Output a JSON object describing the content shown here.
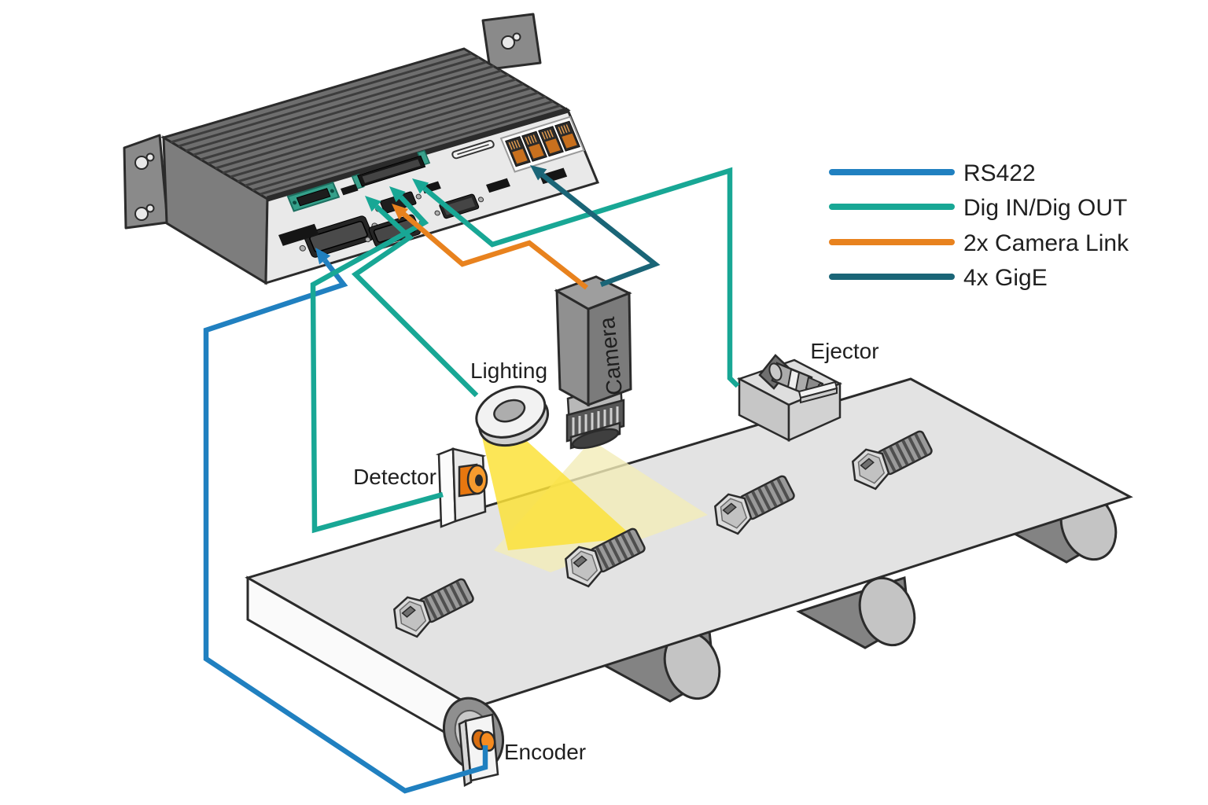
{
  "background": "#ffffff",
  "legend": {
    "items": [
      {
        "label": "RS422",
        "color": "#2080c0"
      },
      {
        "label": "Dig IN/Dig OUT",
        "color": "#18a795"
      },
      {
        "label": "2x Camera Link",
        "color": "#e8821e"
      },
      {
        "label": "4x GigE",
        "color": "#1a6577"
      }
    ]
  },
  "labels": {
    "camera": "Camera",
    "lighting": "Lighting",
    "detector": "Detector",
    "ejector": "Ejector",
    "encoder": "Encoder"
  }
}
